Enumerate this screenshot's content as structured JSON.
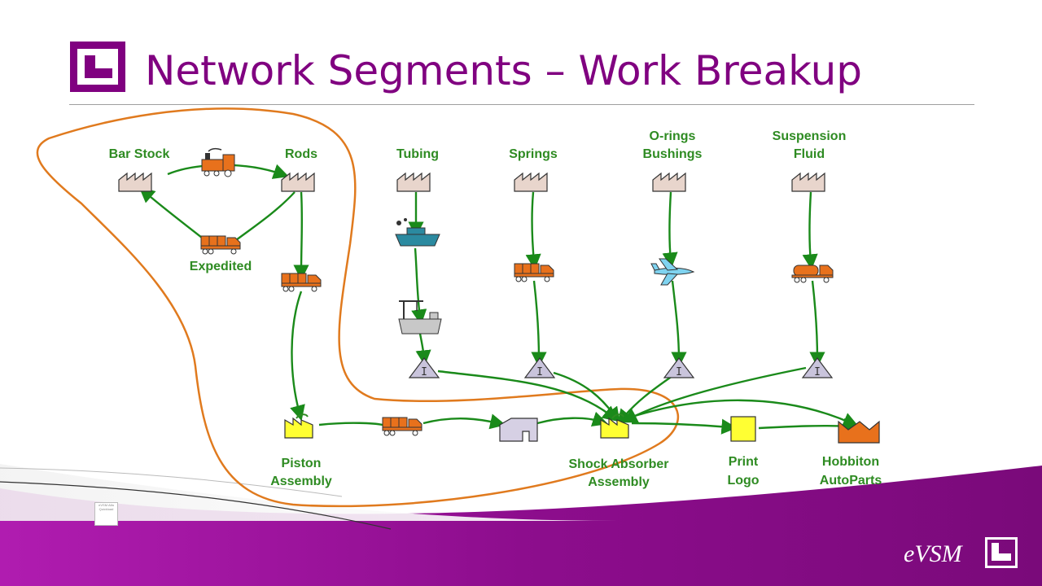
{
  "title": "Network Segments – Work Breakup",
  "brand": "eVSM",
  "tiny_note": "eVSM Alfa Quickload",
  "colors": {
    "title": "#800080",
    "label": "#2e8b22",
    "flow": "#1a8a1a",
    "loop": "#e07a1e",
    "truck": "#e8711c",
    "factory": "#e8d5cc",
    "assembly": "#ffff33"
  },
  "labels": {
    "bar_stock": "Bar Stock",
    "rods": "Rods",
    "tubing": "Tubing",
    "springs": "Springs",
    "orings_1": "O-rings",
    "orings_2": "Bushings",
    "fluid_1": "Suspension",
    "fluid_2": "Fluid",
    "expedited": "Expedited",
    "piston_1": "Piston",
    "piston_2": "Assembly",
    "shock_1": "Shock Absorber",
    "shock_2": "Assembly",
    "print_1": "Print",
    "print_2": "Logo",
    "hobbiton_1": "Hobbiton",
    "hobbiton_2": "AutoParts",
    "inventory": "I"
  }
}
